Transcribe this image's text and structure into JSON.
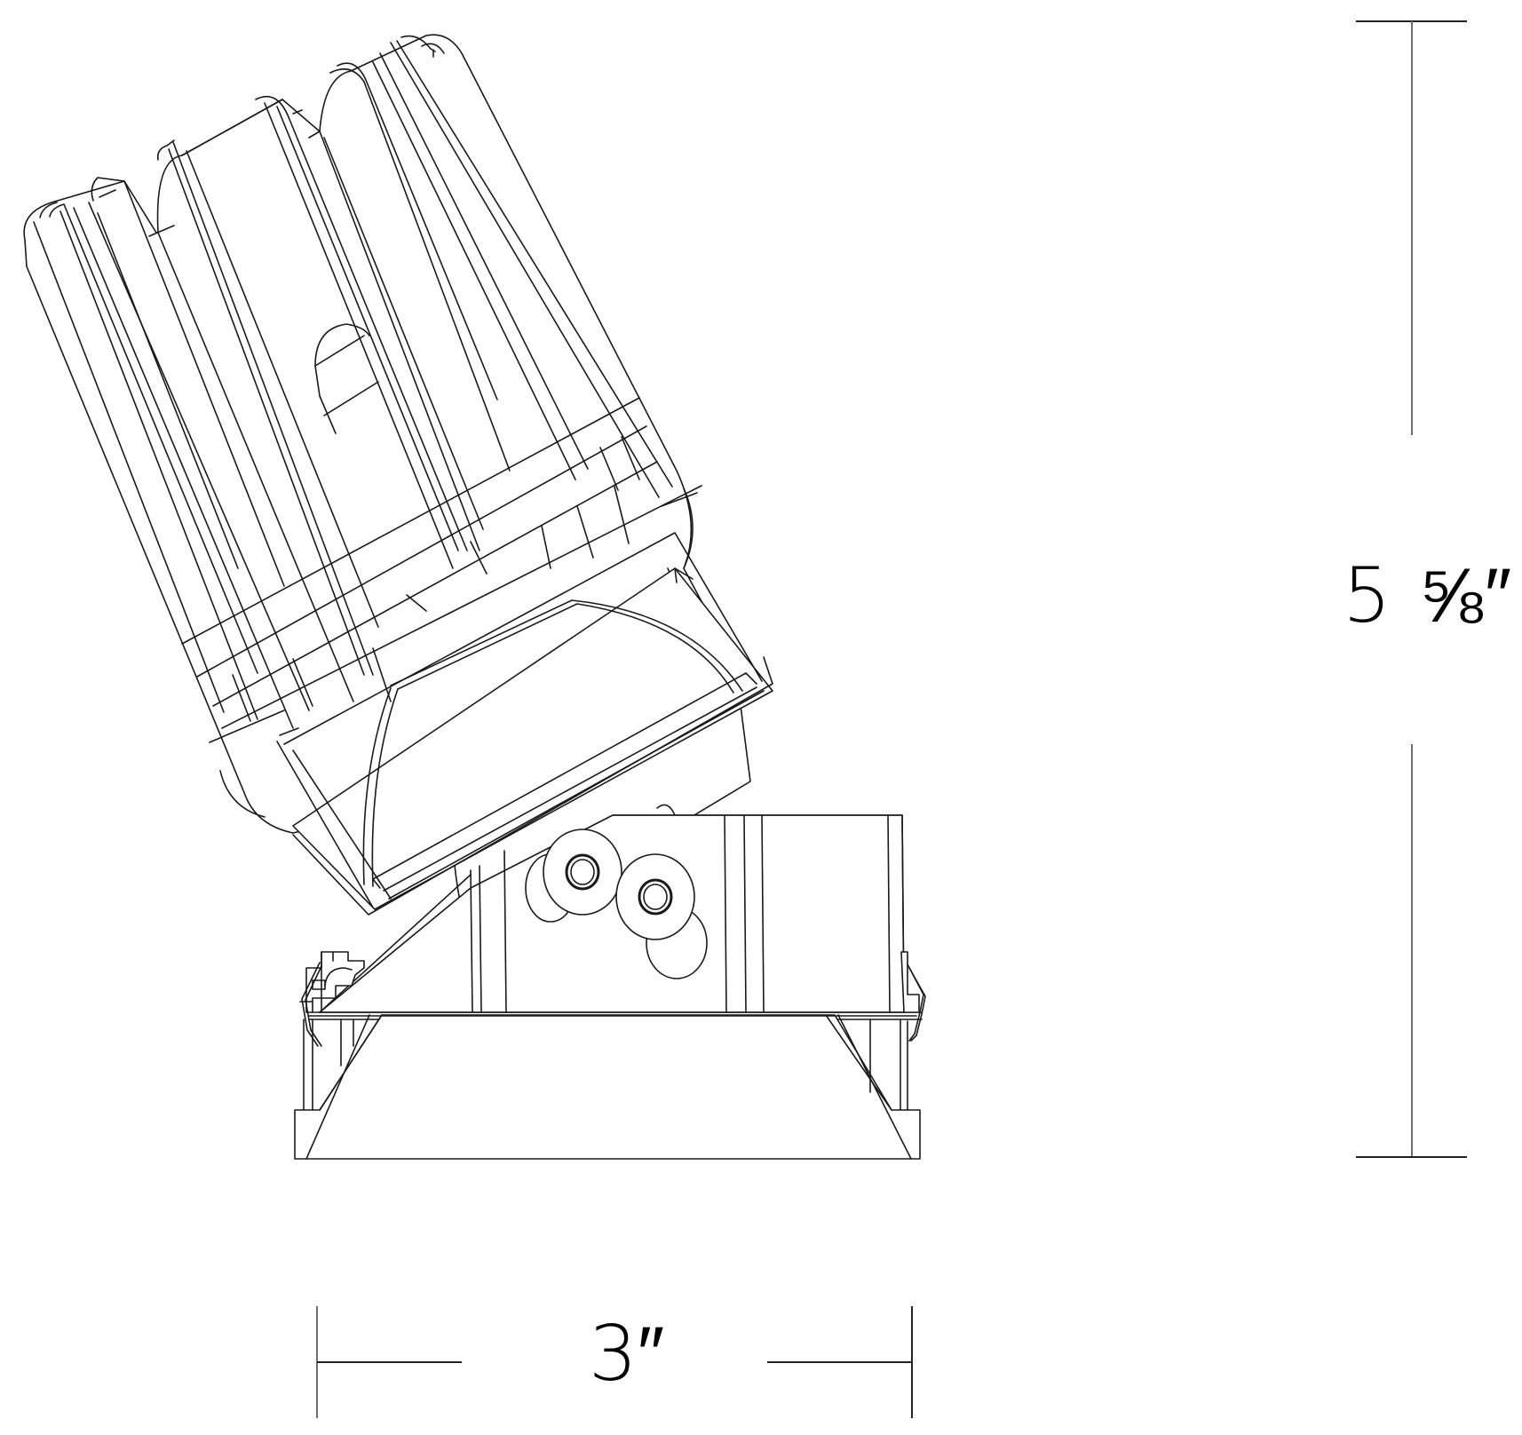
{
  "diagram": {
    "subject": "Adjustable recessed downlight, tilted head, side elevation",
    "line_color": "#1a1a1a",
    "dimension_line_color": "#6e6e6e",
    "background": "#ffffff"
  },
  "dimensions": {
    "height": {
      "label": "5 ⅝″",
      "value_inches": 5.625,
      "orientation": "vertical"
    },
    "width": {
      "label": "3″",
      "value_inches": 3,
      "orientation": "horizontal"
    }
  },
  "parts": [
    {
      "name": "heat-sink-head",
      "description": "finned cylindrical LED head, tilted"
    },
    {
      "name": "reflector",
      "description": "conical reflector cone at head opening"
    },
    {
      "name": "tilt-pivot-knobs",
      "description": "two round adjustment knobs"
    },
    {
      "name": "mounting-housing",
      "description": "rectangular housing body"
    },
    {
      "name": "spring-clips",
      "description": "left and right mounting clips"
    },
    {
      "name": "trim-flange",
      "description": "square trim with angled bevel at base"
    }
  ]
}
